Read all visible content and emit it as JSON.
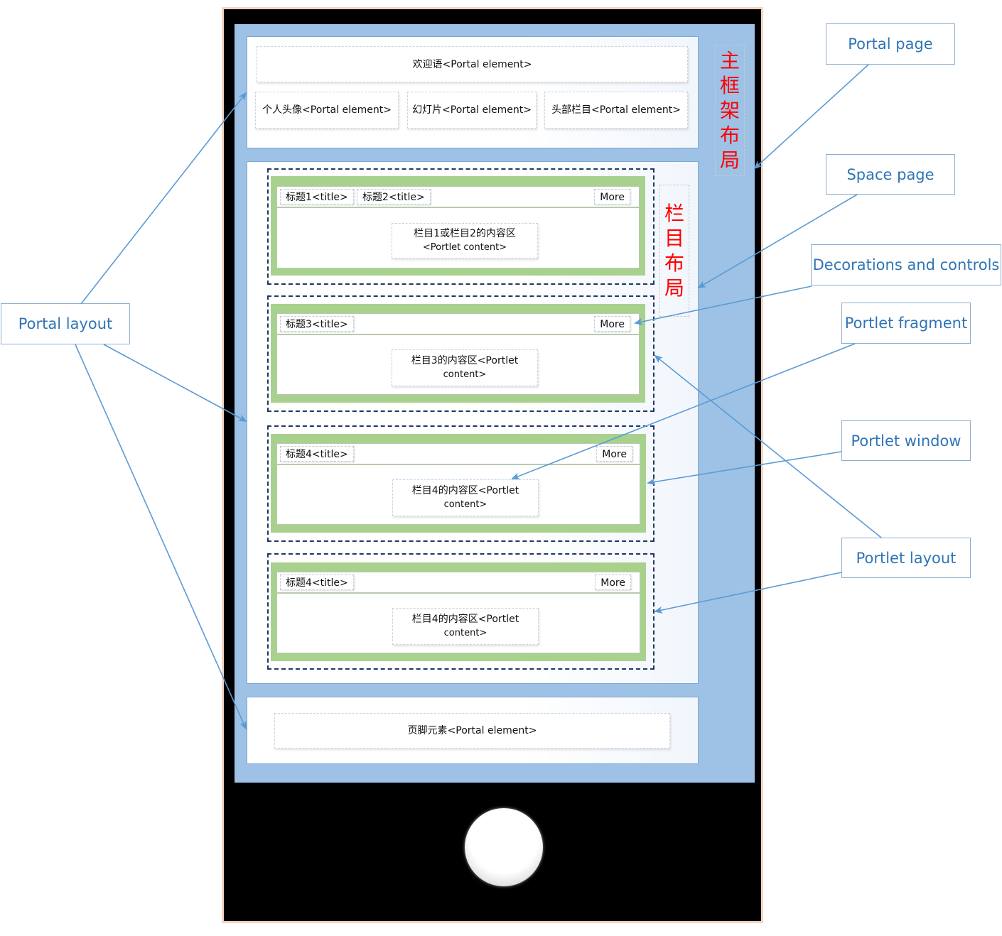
{
  "labels": {
    "portal_page": "Portal page",
    "space_page": "Space page",
    "decorations": "Decorations and controls",
    "portlet_fragment": "Portlet fragment",
    "portlet_window": "Portlet window",
    "portlet_layout": "Portlet layout",
    "portal_layout": "Portal layout"
  },
  "header": {
    "welcome": "欢迎语<Portal element>",
    "avatar": "个人头像<Portal element>",
    "slideshow": "幻灯片<Portal element>",
    "header_column": "头部栏目<Portal element>"
  },
  "vertical_labels": {
    "main_frame": [
      "主",
      "框",
      "架",
      "布",
      "局"
    ],
    "column_layout": [
      "栏",
      "目",
      "布",
      "局"
    ]
  },
  "portlets": [
    {
      "titles": [
        "标题1<title>",
        "标题2<title>"
      ],
      "more": "More",
      "content_line1": "栏目1或栏目2的内容区",
      "content_line2": "<Portlet content>"
    },
    {
      "titles": [
        "标题3<title>"
      ],
      "more": "More",
      "content_line1": "栏目3的内容区<Portlet",
      "content_line2": "content>"
    },
    {
      "titles": [
        "标题4<title>"
      ],
      "more": "More",
      "content_line1": "栏目4的内容区<Portlet",
      "content_line2": "content>"
    },
    {
      "titles": [
        "标题4<title>"
      ],
      "more": "More",
      "content_line1": "栏目4的内容区<Portlet",
      "content_line2": "content>"
    }
  ],
  "footer": {
    "text": "页脚元素<Portal element>"
  },
  "colors": {
    "accent": "#2f75b5",
    "red_text": "#ff0000",
    "screen": "#9dc2e6",
    "portlet_green": "#a9d18e",
    "outline": "#1f3864",
    "arrow": "#5b9bd5"
  }
}
